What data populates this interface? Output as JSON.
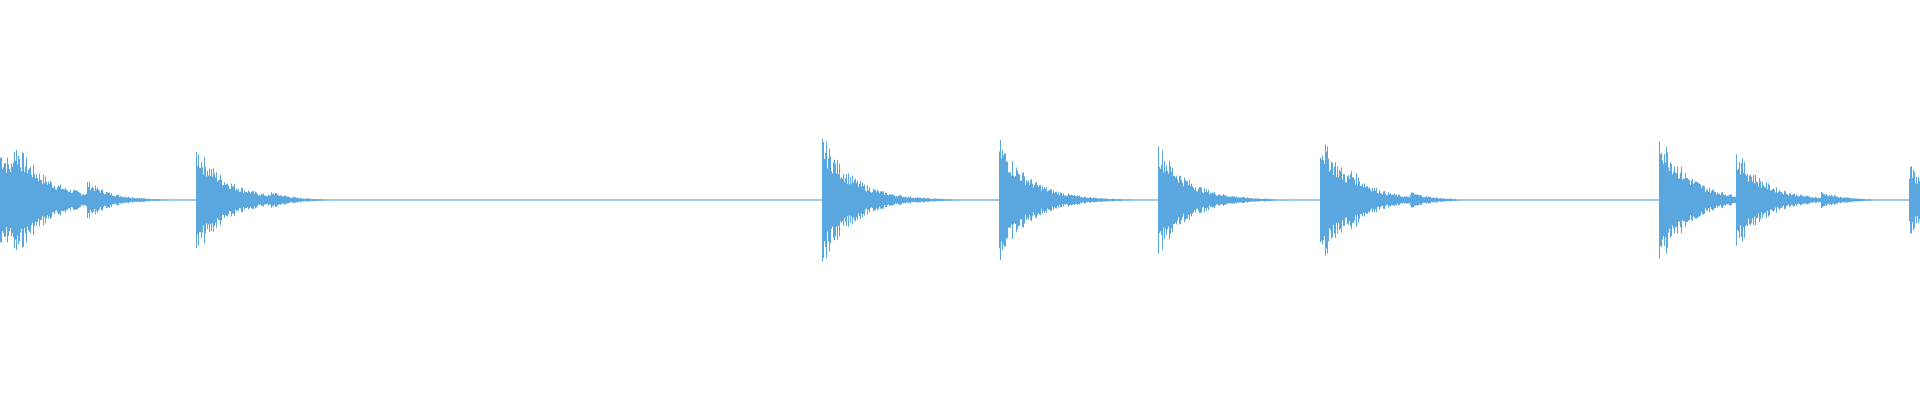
{
  "waveform": {
    "color": "#5aa7df",
    "background": "#ffffff",
    "transients": [
      {
        "t": 0.0,
        "amp": 0.42,
        "decay": 0.03
      },
      {
        "t": 0.0065,
        "amp": 0.5,
        "decay": 0.028
      },
      {
        "t": 0.045,
        "amp": 0.16,
        "decay": 0.02
      },
      {
        "t": 0.102,
        "amp": 0.44,
        "decay": 0.026
      },
      {
        "t": 0.141,
        "amp": 0.07,
        "decay": 0.018
      },
      {
        "t": 0.428,
        "amp": 0.52,
        "decay": 0.025
      },
      {
        "t": 0.452,
        "amp": 0.1,
        "decay": 0.02
      },
      {
        "t": 0.52,
        "amp": 0.5,
        "decay": 0.025
      },
      {
        "t": 0.536,
        "amp": 0.1,
        "decay": 0.02
      },
      {
        "t": 0.603,
        "amp": 0.46,
        "decay": 0.024
      },
      {
        "t": 0.614,
        "amp": 0.1,
        "decay": 0.018
      },
      {
        "t": 0.687,
        "amp": 0.54,
        "decay": 0.025
      },
      {
        "t": 0.703,
        "amp": 0.26,
        "decay": 0.022
      },
      {
        "t": 0.734,
        "amp": 0.07,
        "decay": 0.018
      },
      {
        "t": 0.864,
        "amp": 0.56,
        "decay": 0.024
      },
      {
        "t": 0.879,
        "amp": 0.18,
        "decay": 0.02
      },
      {
        "t": 0.904,
        "amp": 0.4,
        "decay": 0.024
      },
      {
        "t": 0.919,
        "amp": 0.12,
        "decay": 0.02
      },
      {
        "t": 0.948,
        "amp": 0.07,
        "decay": 0.018
      },
      {
        "t": 0.994,
        "amp": 0.3,
        "decay": 0.018
      }
    ]
  }
}
